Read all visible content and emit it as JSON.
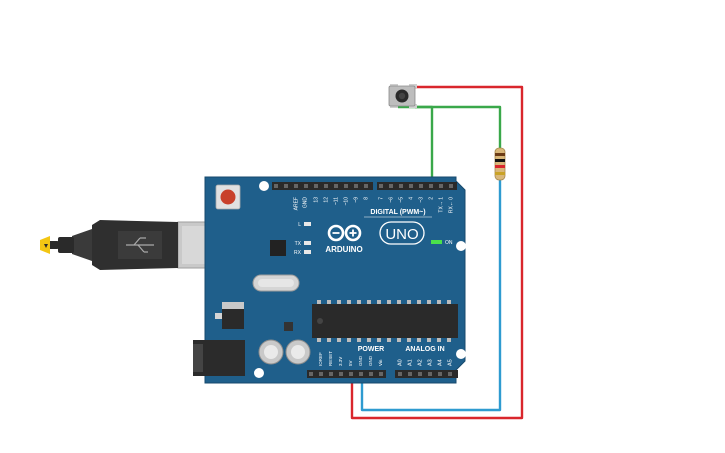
{
  "board": {
    "logo": "ARDUINO",
    "model": "UNO",
    "on_label": "ON",
    "led_labels": {
      "l": "L",
      "tx": "TX",
      "rx": "RX"
    },
    "digital_header_label": "DIGITAL (PWM~)",
    "digital_pins": [
      "AREF",
      "GND",
      "13",
      "12",
      "~11",
      "~10",
      "~9",
      "8",
      "7",
      "~6",
      "~5",
      "4",
      "~3",
      "2",
      "TX→ 1",
      "RX← 0"
    ],
    "power_label": "POWER",
    "power_pins": [
      "IOREF",
      "RESET",
      "3.3V",
      "5V",
      "GND",
      "GND",
      "Vin"
    ],
    "analog_label": "ANALOG IN",
    "analog_pins": [
      "A0",
      "A1",
      "A2",
      "A3",
      "A4",
      "A5"
    ]
  },
  "components": {
    "pushbutton": "pushbutton",
    "resistor": "resistor",
    "usb_cable": "usb-cable"
  },
  "colors": {
    "board_blue": "#1f5f8b",
    "wire_red": "#d9262c",
    "wire_green": "#3aa84a",
    "wire_blue": "#2e9bd0",
    "reset_button": "#c8402a"
  }
}
